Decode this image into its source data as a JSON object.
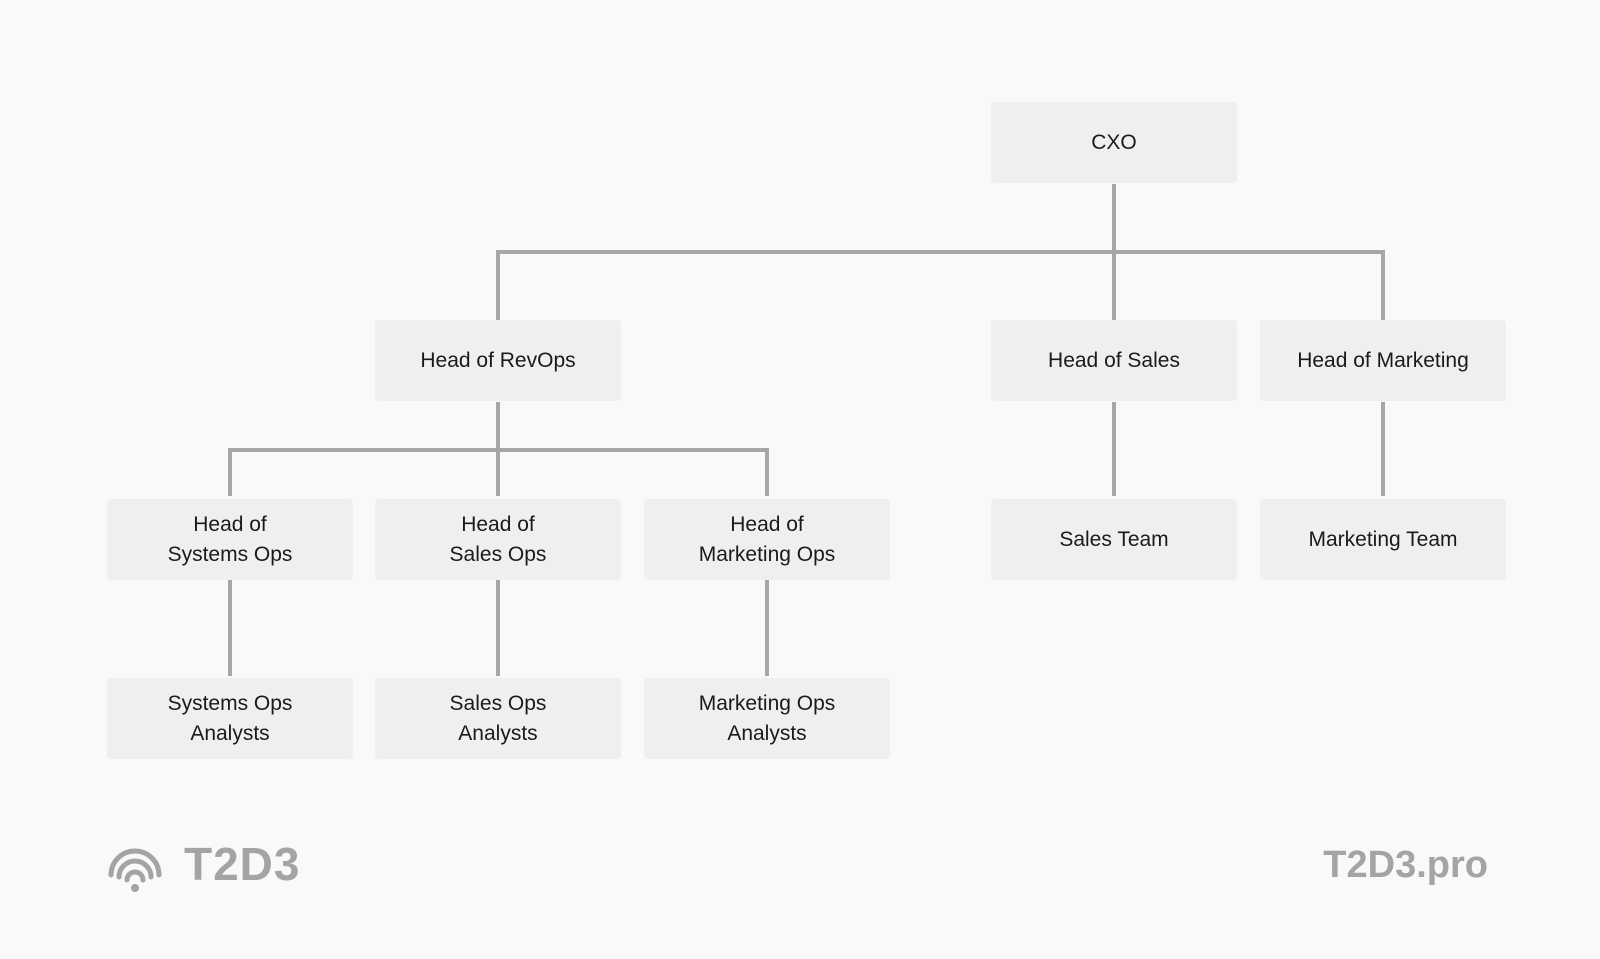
{
  "org_chart": {
    "nodes": [
      {
        "id": "cxo",
        "label": "CXO"
      },
      {
        "id": "head-revops",
        "label": "Head of RevOps"
      },
      {
        "id": "head-sales",
        "label": "Head of Sales"
      },
      {
        "id": "head-marketing",
        "label": "Head of Marketing"
      },
      {
        "id": "head-systems-ops",
        "label": "Head of\nSystems Ops"
      },
      {
        "id": "head-sales-ops",
        "label": "Head of\nSales Ops"
      },
      {
        "id": "head-marketing-ops",
        "label": "Head of\nMarketing Ops"
      },
      {
        "id": "sales-team",
        "label": "Sales Team"
      },
      {
        "id": "marketing-team",
        "label": "Marketing Team"
      },
      {
        "id": "systems-ops-analysts",
        "label": "Systems Ops\nAnalysts"
      },
      {
        "id": "sales-ops-analysts",
        "label": "Sales Ops\nAnalysts"
      },
      {
        "id": "marketing-ops-analysts",
        "label": "Marketing Ops\nAnalysts"
      }
    ],
    "edges": [
      [
        "cxo",
        "head-revops"
      ],
      [
        "cxo",
        "head-sales"
      ],
      [
        "cxo",
        "head-marketing"
      ],
      [
        "head-revops",
        "head-systems-ops"
      ],
      [
        "head-revops",
        "head-sales-ops"
      ],
      [
        "head-revops",
        "head-marketing-ops"
      ],
      [
        "head-sales",
        "sales-team"
      ],
      [
        "head-marketing",
        "marketing-team"
      ],
      [
        "head-systems-ops",
        "systems-ops-analysts"
      ],
      [
        "head-sales-ops",
        "sales-ops-analysts"
      ],
      [
        "head-marketing-ops",
        "marketing-ops-analysts"
      ]
    ]
  },
  "footer": {
    "brand_name": "T2D3",
    "brand_logo_icon": "wifi-signal-icon",
    "website": "T2D3.pro"
  },
  "colors": {
    "background": "#f9f9f9",
    "node_fill": "#efefef",
    "connector": "#a6a6a6",
    "brand_gray": "#a4a4a4"
  }
}
